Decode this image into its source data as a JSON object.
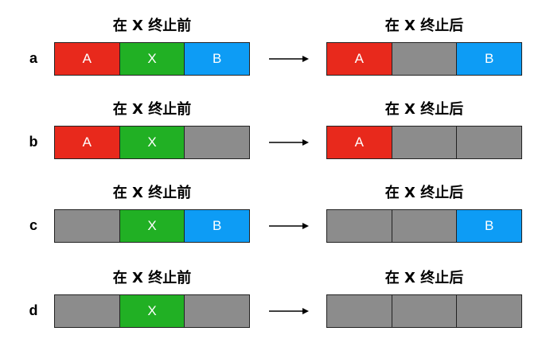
{
  "colors": {
    "A": "#e8291c",
    "X": "#21b024",
    "B": "#0d9cf5",
    "empty": "#8c8c8c"
  },
  "rows": [
    {
      "label": "a",
      "before_title": "在 X 终止前",
      "after_title": "在 X 终止后",
      "before": [
        {
          "key": "A",
          "text": "A"
        },
        {
          "key": "X",
          "text": "X"
        },
        {
          "key": "B",
          "text": "B"
        }
      ],
      "after": [
        {
          "key": "A",
          "text": "A"
        },
        {
          "key": "empty",
          "text": ""
        },
        {
          "key": "B",
          "text": "B"
        }
      ]
    },
    {
      "label": "b",
      "before_title": "在 X 终止前",
      "after_title": "在 X 终止后",
      "before": [
        {
          "key": "A",
          "text": "A"
        },
        {
          "key": "X",
          "text": "X"
        },
        {
          "key": "empty",
          "text": ""
        }
      ],
      "after": [
        {
          "key": "A",
          "text": "A"
        },
        {
          "key": "empty",
          "text": ""
        },
        {
          "key": "empty",
          "text": ""
        }
      ]
    },
    {
      "label": "c",
      "before_title": "在 X 终止前",
      "after_title": "在 X 终止后",
      "before": [
        {
          "key": "empty",
          "text": ""
        },
        {
          "key": "X",
          "text": "X"
        },
        {
          "key": "B",
          "text": "B"
        }
      ],
      "after": [
        {
          "key": "empty",
          "text": ""
        },
        {
          "key": "empty",
          "text": ""
        },
        {
          "key": "B",
          "text": "B"
        }
      ]
    },
    {
      "label": "d",
      "before_title": "在 X 终止前",
      "after_title": "在 X 终止后",
      "before": [
        {
          "key": "empty",
          "text": ""
        },
        {
          "key": "X",
          "text": "X"
        },
        {
          "key": "empty",
          "text": ""
        }
      ],
      "after": [
        {
          "key": "empty",
          "text": ""
        },
        {
          "key": "empty",
          "text": ""
        },
        {
          "key": "empty",
          "text": ""
        }
      ]
    }
  ]
}
